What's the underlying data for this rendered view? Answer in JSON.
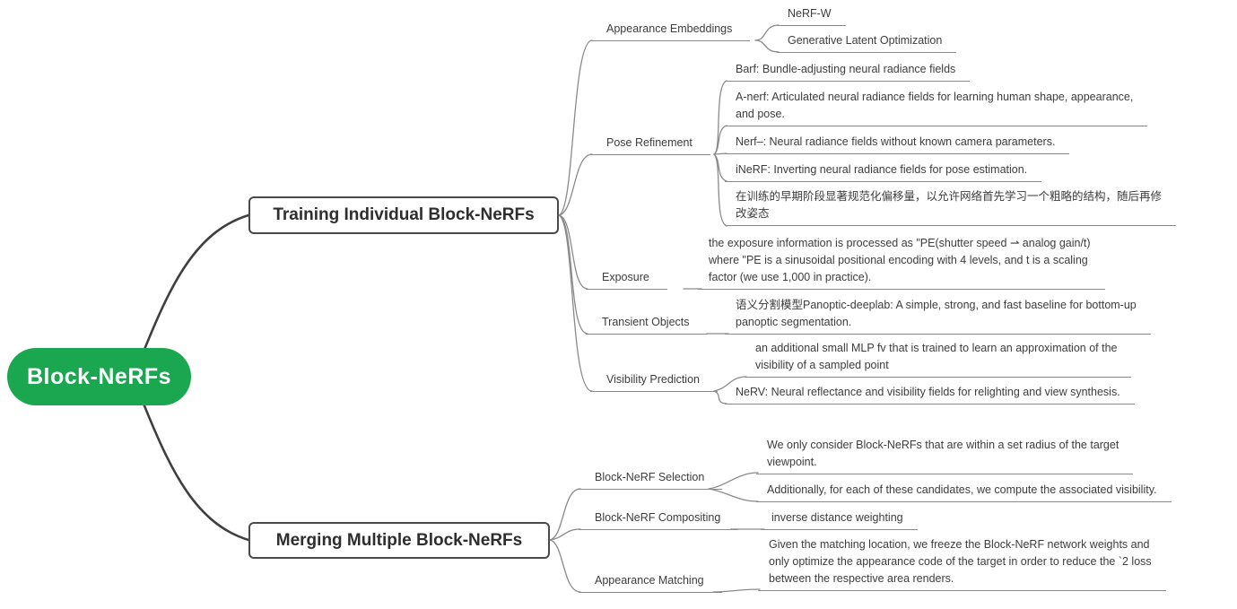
{
  "root": {
    "label": "Block-NeRFs"
  },
  "branches": [
    {
      "label": "Training Individual Block-NeRFs",
      "topics": [
        {
          "label": "Appearance Embeddings",
          "children": [
            {
              "text": "NeRF-W"
            },
            {
              "text": "Generative Latent Optimization"
            }
          ]
        },
        {
          "label": "Pose Refinement",
          "children": [
            {
              "text": "Barf: Bundle-adjusting neural radiance fields"
            },
            {
              "text": "A-nerf: Articulated neural radiance fields for learning human shape, appearance,\nand pose."
            },
            {
              "text": "Nerf–: Neural radiance fields without known camera parameters."
            },
            {
              "text": "iNeRF: Inverting neural radiance fields for pose estimation."
            },
            {
              "text": "在训练的早期阶段显著规范化偏移量，以允许网络首先学习一个粗略的结构，随后再修\n改姿态"
            }
          ]
        },
        {
          "label": "Exposure",
          "children": [
            {
              "text": "the exposure information is processed as \"PE(shutter speed ⇀ analog gain/t)\nwhere \"PE is a sinusoidal positional encoding with 4 levels, and t is a scaling\nfactor (we use 1,000 in practice)."
            }
          ]
        },
        {
          "label": "Transient Objects",
          "children": [
            {
              "text": "语义分割模型Panoptic-deeplab: A simple, strong, and fast baseline for bottom-up\npanoptic segmentation."
            }
          ]
        },
        {
          "label": "Visibility Prediction",
          "children": [
            {
              "text": "an additional small MLP fv that is trained to learn an approximation of the\nvisibility of a sampled point"
            },
            {
              "text": "NeRV: Neural reflectance and visibility fields for relighting and view synthesis."
            }
          ]
        }
      ]
    },
    {
      "label": "Merging Multiple Block-NeRFs",
      "topics": [
        {
          "label": "Block-NeRF Selection",
          "children": [
            {
              "text": "We only consider Block-NeRFs that are within a set radius of the target\nviewpoint."
            },
            {
              "text": "Additionally, for each of these candidates, we compute the associated visibility."
            }
          ]
        },
        {
          "label": "Block-NeRF Compositing",
          "children": [
            {
              "text": "inverse distance weighting"
            }
          ]
        },
        {
          "label": "Appearance Matching",
          "children": [
            {
              "text": "Given the matching location, we freeze the Block-NeRF network weights and\nonly optimize the appearance code of the target in order to reduce the `2 loss\nbetween the respective area renders."
            }
          ]
        }
      ]
    }
  ],
  "colors": {
    "root_background": "#1aa750",
    "root_text": "#ffffff",
    "branch_border": "#4a4a4a",
    "main_wire": "#3f3f3f",
    "thin_wire": "#8a8a8a",
    "text": "#3d3d3d"
  }
}
